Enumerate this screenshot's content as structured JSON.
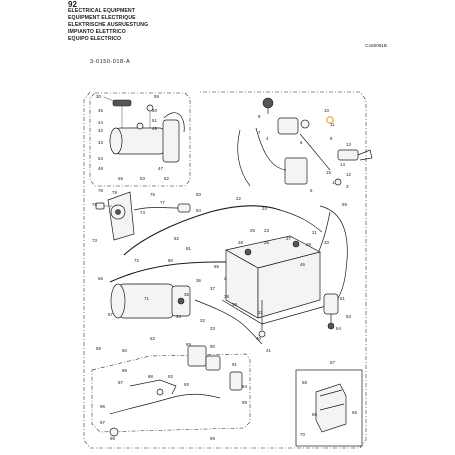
{
  "page": {
    "number": "92",
    "titles": [
      "ELECTRICAL EQUIPMENT",
      "EQUIPMENT ELECTRIQUE",
      "ELEKTRISCHE AUSRUESTUNG",
      "IMPIANTO ELETTRICO",
      "EQUIPO ELECTRICO"
    ],
    "ref_code": "C160081B",
    "drawing_no": "3-0150-018-A"
  },
  "callouts": {
    "c1": "1",
    "c2": "2",
    "c3": "3",
    "c4": "4",
    "c5": "5",
    "c6": "6",
    "c7": "7",
    "c8": "8",
    "c9": "9",
    "c10": "10",
    "c11": "11",
    "c12": "12",
    "c13": "13",
    "c14": "14",
    "c15": "15",
    "c20": "20",
    "c21": "21",
    "c22": "22",
    "c23": "23",
    "c24": "24",
    "c25": "25",
    "c26": "26",
    "c27": "27",
    "c28": "28",
    "c29": "29",
    "c30": "30",
    "c31": "31",
    "c32": "32",
    "c33": "33",
    "c34": "34",
    "c35": "35",
    "c36": "36",
    "c37": "37",
    "c38": "38",
    "c39": "39",
    "c40": "40",
    "c41": "41",
    "c42": "42",
    "c43": "43",
    "c44": "44",
    "c45": "45",
    "c46": "46",
    "c47": "47",
    "c48": "48",
    "c49": "49",
    "c50": "50",
    "c51": "51",
    "c52": "52",
    "c53": "53",
    "c54": "54",
    "c55": "55",
    "c56": "56",
    "c57": "57",
    "c58": "58",
    "c59": "59",
    "c60": "60",
    "c61": "61",
    "c62": "62",
    "c63": "63",
    "c64": "64",
    "c65": "65",
    "c66": "66",
    "c67": "67",
    "c68": "68",
    "c69": "69",
    "c70": "70",
    "c71": "71",
    "c72": "72",
    "c73": "73",
    "c74": "74",
    "c75": "75",
    "c76": "76",
    "c77": "77",
    "c78": "78",
    "c79": "79",
    "c80": "80",
    "c81": "81",
    "c82": "82",
    "c83": "83",
    "c84": "84",
    "c85": "85",
    "c86": "86",
    "c87": "87",
    "c88": "88",
    "c89": "89",
    "c90": "90",
    "c91": "91",
    "c92": "92",
    "c93": "93",
    "c94": "94",
    "c95": "95",
    "c96": "96",
    "c97": "97",
    "c98": "98",
    "c99": "99"
  },
  "colors": {
    "ink": "#1a1a1a",
    "highlight": "#e8b84a"
  }
}
